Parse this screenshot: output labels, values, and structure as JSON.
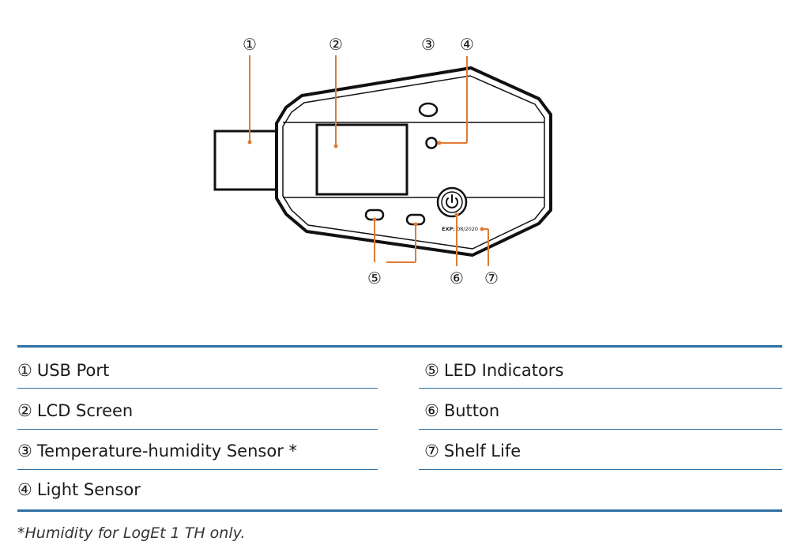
{
  "callouts": [
    "①",
    "②",
    "③",
    "④",
    "⑤",
    "⑥",
    "⑦"
  ],
  "device": {
    "exp_label": "EXP:",
    "exp_date": "08/2020"
  },
  "legend": {
    "left": [
      {
        "num": "①",
        "label": "USB Port"
      },
      {
        "num": "②",
        "label": "LCD Screen"
      },
      {
        "num": "③",
        "label": "Temperature-humidity Sensor *"
      },
      {
        "num": "④",
        "label": "Light Sensor"
      }
    ],
    "right": [
      {
        "num": "⑤",
        "label": "LED Indicators"
      },
      {
        "num": "⑥",
        "label": "Button"
      },
      {
        "num": "⑦",
        "label": "Shelf Life"
      }
    ]
  },
  "footnote": "*Humidity for LogEt 1 TH only.",
  "colors": {
    "accent_blue": "#2f6fa3",
    "leader_orange": "#e07b39",
    "device_outline": "#111111"
  }
}
